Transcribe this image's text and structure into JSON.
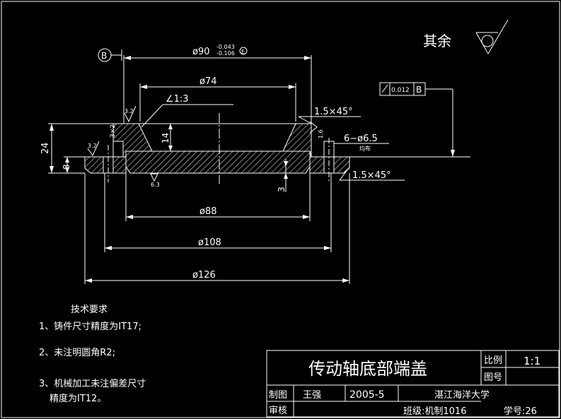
{
  "drawing": {
    "roughness_label": "其余",
    "dims": {
      "d90": "ø90",
      "d90_upper": "-0.043",
      "d90_lower": "-0.106",
      "d90_env": "E",
      "d74": "ø74",
      "taper": "∠1:3",
      "chamfer_top": "1.5×45°",
      "chamfer_bottom": "1.5×45°",
      "holes": "6−ø6.5",
      "holes_note": "均布",
      "h24": "24",
      "h14": "14",
      "h8": "8",
      "h3": "3",
      "h3x2": "3×2",
      "d88": "ø88",
      "d108": "ø108",
      "d126": "ø126"
    },
    "roughness_values": [
      "3.2",
      "1.6",
      "3.2",
      "6.3"
    ],
    "datum_b": "B",
    "tolerance": {
      "value": "0.012",
      "datum": "B"
    }
  },
  "requirements": {
    "title": "技术要求",
    "items": [
      "1、铸件尺寸精度为IT17;",
      "2、未注明圆角R2;",
      "3、机械加工未注偏差尺寸",
      "精度为IT12。"
    ]
  },
  "title_block": {
    "part_name": "传动轴底部端盖",
    "scale_label": "比例",
    "scale_value": "1:1",
    "drawing_no_label": "图号",
    "drawn_label": "制图",
    "drawn_name": "王强",
    "date": "2005-5",
    "school": "湛江海洋大学",
    "review_label": "审核",
    "class_info": "班级:机制1016",
    "student_no": "学号:26"
  }
}
